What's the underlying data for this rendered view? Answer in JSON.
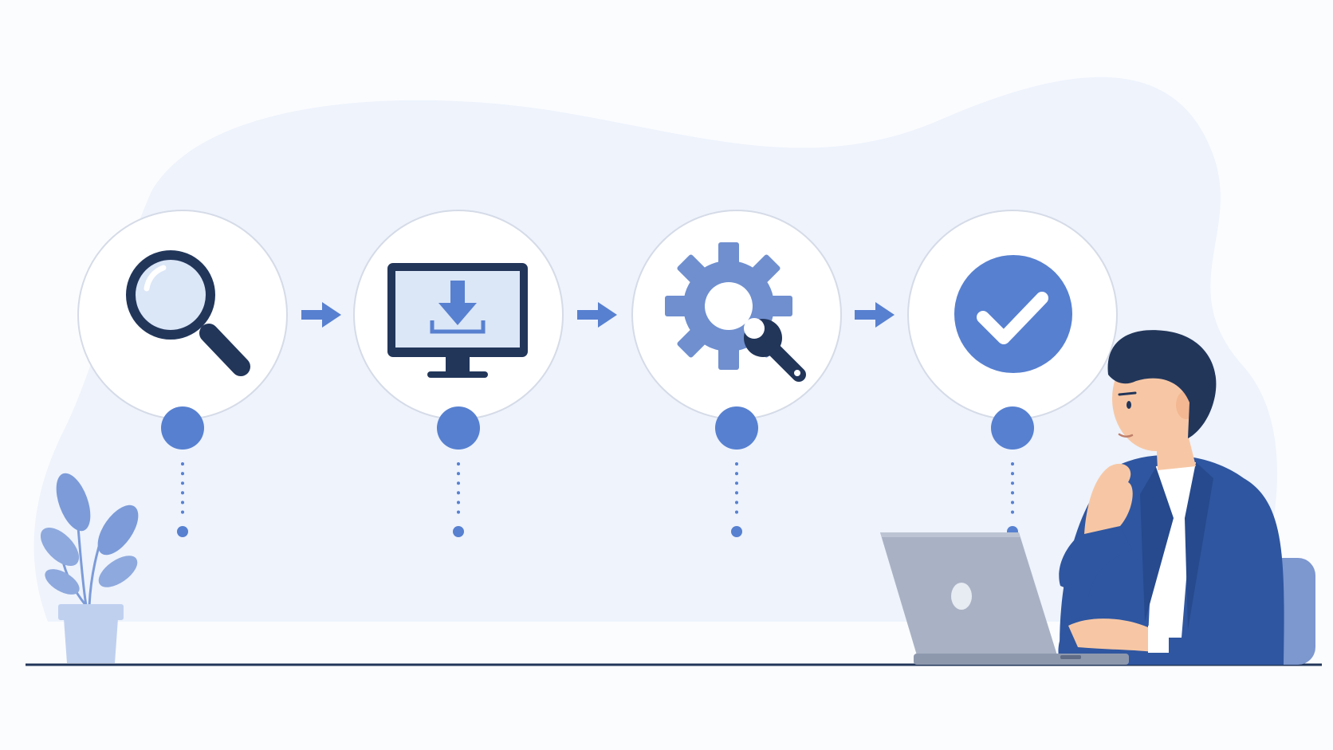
{
  "illustration": {
    "theme": "four-step process flow with a person at a laptop",
    "colors": {
      "background": "#fbfcfe",
      "blob": "#eef3fc",
      "accent": "#5780d0",
      "navy": "#22365a",
      "circle_border": "#d5dbe7",
      "laptop": "#a9b2c4",
      "plant_leaf": "#7c9bd8",
      "plant_pot": "#bfd0ef",
      "suit": "#2f56a0",
      "skin": "#f7c7a5",
      "hair": "#22365a"
    },
    "steps": [
      {
        "id": "search",
        "icon": "magnifying-glass-icon"
      },
      {
        "id": "download",
        "icon": "monitor-download-icon"
      },
      {
        "id": "configure",
        "icon": "gear-wrench-icon"
      },
      {
        "id": "complete",
        "icon": "checkmark-circle-icon"
      }
    ],
    "connectors": [
      {
        "icon": "arrow-right-icon"
      },
      {
        "icon": "arrow-right-icon"
      },
      {
        "icon": "arrow-right-icon"
      }
    ],
    "decorations": {
      "plant": "potted-plant-icon",
      "person": "businessman-thinking-icon",
      "laptop": "laptop-icon",
      "floor": "floor-line"
    }
  }
}
